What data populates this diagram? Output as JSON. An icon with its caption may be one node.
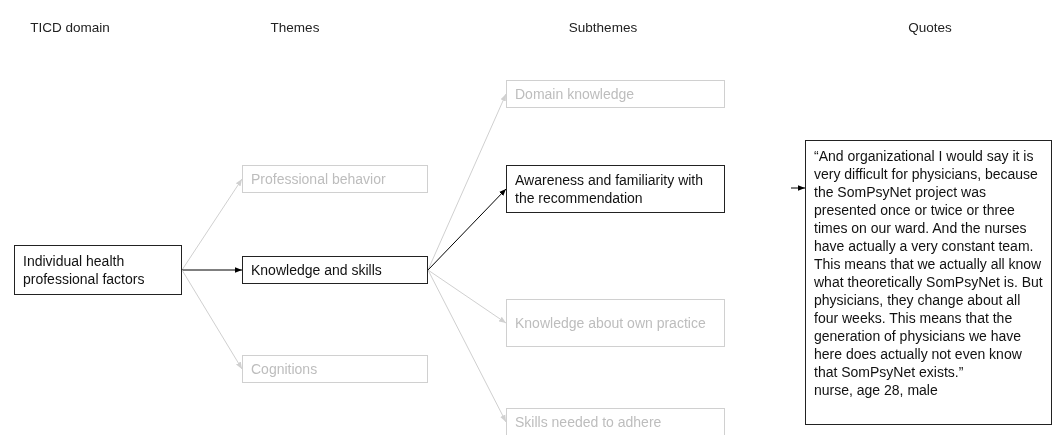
{
  "diagram": {
    "nodes": [
      {
        "text": [
          "Individual health professional factors"
        ]
      },
      {
        "text": [
          "Professional behavior"
        ]
      },
      {
        "text": [
          "Knowledge and skills"
        ]
      },
      {
        "text": [
          "Cognitions"
        ]
      },
      {
        "text": [
          "Domain knowledge"
        ]
      },
      {
        "text": [
          "Awareness and familiarity with the recommendation"
        ]
      },
      {
        "text": [
          "Knowledge about own practice"
        ]
      },
      {
        "text": [
          "Skills needed to adhere"
        ]
      },
      {
        "text": [
          "“And organizational I would say it is very difficult for physicians, because the SomPsyNet project was presented once or twice or three times on our ward. And the nurses have actually a very constant team. This means that we actually all know what theoretically SomPsyNet is. But physicians, they change about all four weeks. This means that the generation of physicians we have here does actually not even know that SomPsyNet exists.”",
          "nurse, age 28, male"
        ]
      }
    ],
    "edges": [
      {
        "from": 0,
        "to": 1,
        "arrow": "to"
      },
      {
        "from": 0,
        "to": 2,
        "arrow": "to",
        "color": "#000000"
      },
      {
        "from": 0,
        "to": 3,
        "arrow": "to"
      },
      {
        "from": 2,
        "to": 4,
        "arrow": "to"
      },
      {
        "from": 2,
        "to": 5,
        "arrow": "to",
        "color": "#000000"
      },
      {
        "from": 2,
        "to": 6,
        "arrow": "to"
      },
      {
        "from": 2,
        "to": 7,
        "arrow": "to"
      },
      {
        "from": null,
        "to": 8,
        "arrow": "to",
        "color": "#000000"
      }
    ],
    "labels": [
      "TICD domain",
      "Themes",
      "Subthemes",
      "Quotes"
    ]
  }
}
